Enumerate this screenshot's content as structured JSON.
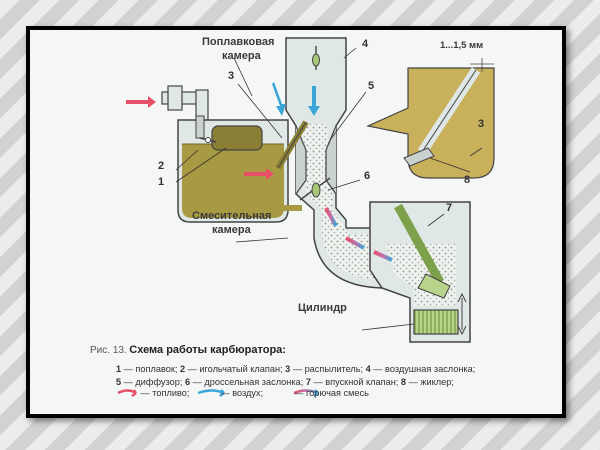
{
  "labels": {
    "float_chamber": [
      "Поплавковая",
      "камера"
    ],
    "mixing_chamber": [
      "Смесительная",
      "камера"
    ],
    "cylinder": "Цилиндр",
    "gap": "1...1,5 мм"
  },
  "numbers": [
    "1",
    "2",
    "3",
    "4",
    "5",
    "6",
    "7",
    "8"
  ],
  "caption": {
    "fig_ref": "Рис. 13.",
    "title": "Схема работы карбюратора:",
    "line1": [
      {
        "n": "1",
        "t": " — поплавок; "
      },
      {
        "n": "2",
        "t": " — игольчатый клапан; "
      },
      {
        "n": "3",
        "t": " — распылитель; "
      },
      {
        "n": "4",
        "t": " — воздушная заслонка;"
      }
    ],
    "line2": [
      {
        "n": "5",
        "t": " — диффузор; "
      },
      {
        "n": "6",
        "t": " — дроссельная заслонка; "
      },
      {
        "n": "7",
        "t": " — впускной клапан; "
      },
      {
        "n": "8",
        "t": " — жиклер;"
      }
    ],
    "legend": [
      {
        "text": " — топливо; ",
        "color": "#e8506a"
      },
      {
        "text": " — воздух; ",
        "color": "#3aa6d8"
      },
      {
        "text": " — горючая смесь",
        "color": "mixed"
      }
    ]
  },
  "colors": {
    "fuel": "#a89a42",
    "metal": "#dfe8e6",
    "mixture_dots": "#9aa49e",
    "valve_green": "#a8c878",
    "fuel_arrow": "#e8506a",
    "air_arrow": "#3aa6d8",
    "callout": "#c9b05a"
  }
}
